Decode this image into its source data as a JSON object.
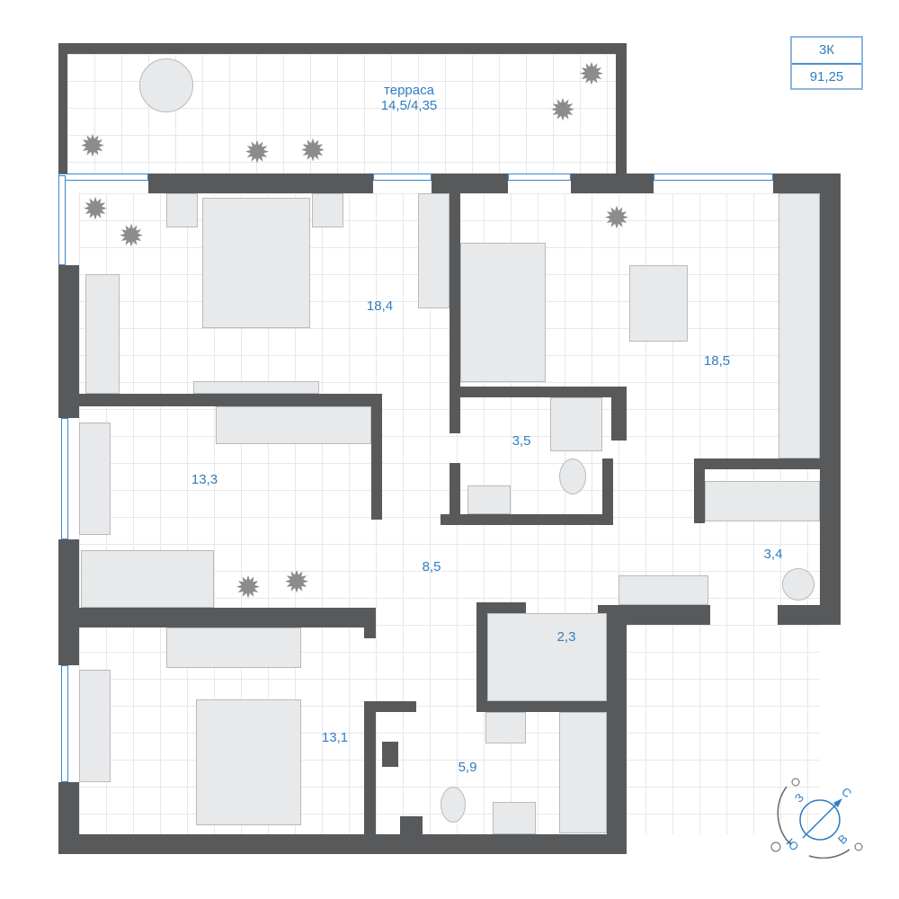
{
  "badge": {
    "rooms": "3К",
    "area": "91,25"
  },
  "rooms": {
    "terrace_name": "терраса",
    "terrace_area": "14,5/4,35",
    "bedroom_main": "18,4",
    "living_kitchen": "18,5",
    "bedroom_2": "13,3",
    "bathroom_1": "3,5",
    "hall": "8,5",
    "hall_2": "3,4",
    "closet": "2,3",
    "bedroom_3": "13,1",
    "bathroom_2": "5,9"
  },
  "compass": {
    "north": "С",
    "south": "Ю",
    "west": "З",
    "east": "В"
  },
  "colors": {
    "wall": "#58595b",
    "label": "#2f7ec2",
    "window": "#3a86c8"
  }
}
